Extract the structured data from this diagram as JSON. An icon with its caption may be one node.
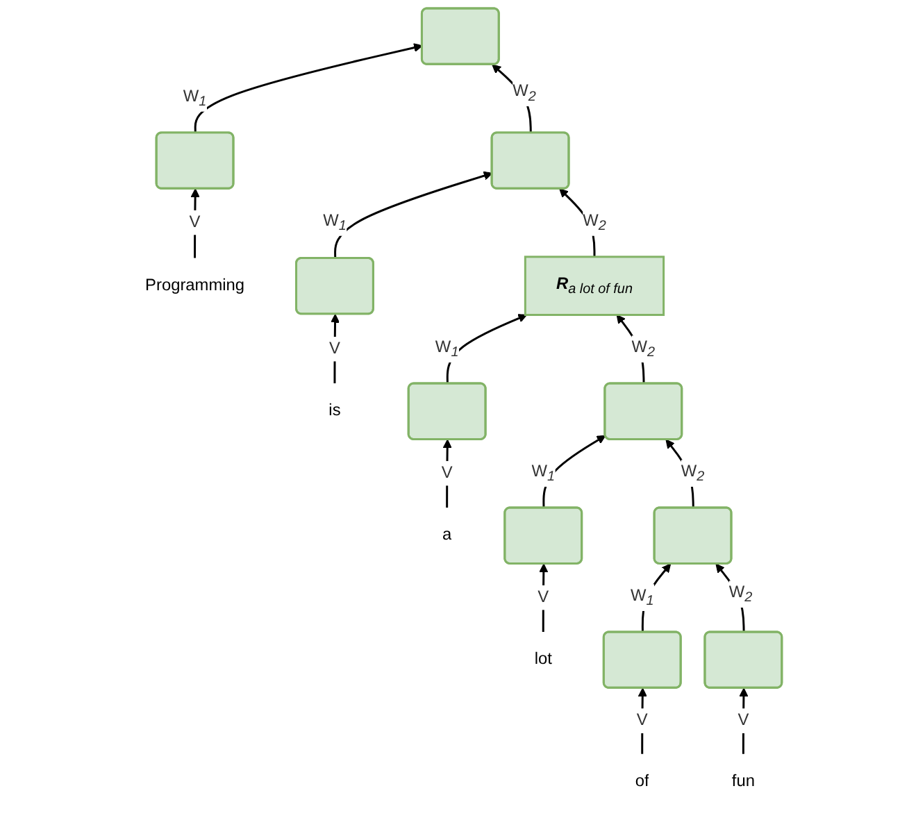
{
  "diagram": {
    "nodes": [
      {
        "text": [],
        "shape": "box"
      },
      {
        "text": [],
        "shape": "box"
      },
      {
        "text": [
          "**R**$_{a lot of fun}$"
        ]
      },
      {
        "text": [],
        "shape": "box"
      },
      {
        "text": [],
        "shape": "box"
      },
      {
        "text": [],
        "shape": "box"
      },
      {
        "text": [],
        "shape": "box"
      },
      {
        "text": [],
        "shape": "box"
      },
      {
        "text": [],
        "shape": "box"
      },
      {
        "text": [],
        "shape": "box"
      },
      {
        "text": [],
        "shape": "box"
      },
      {
        "text": [
          "Programming"
        ]
      },
      {
        "text": [
          "is"
        ]
      },
      {
        "text": [
          "a"
        ]
      },
      {
        "text": [
          "lot"
        ]
      },
      {
        "text": [
          "of"
        ]
      },
      {
        "text": [
          "fun"
        ]
      }
    ],
    "edges": [
      {
        "from": 11,
        "to": 5,
        "arrow": "to",
        "label": "V"
      },
      {
        "from": 12,
        "to": 6,
        "arrow": "to",
        "label": "V"
      },
      {
        "from": 13,
        "to": 7,
        "arrow": "to",
        "label": "V"
      },
      {
        "from": 14,
        "to": 8,
        "arrow": "to",
        "label": "V"
      },
      {
        "from": 15,
        "to": 9,
        "arrow": "to",
        "label": "V"
      },
      {
        "from": 16,
        "to": 10,
        "arrow": "to",
        "label": "V"
      },
      {
        "from": 5,
        "to": 0,
        "arrow": "to",
        "label": "W$_{1}$"
      },
      {
        "from": 6,
        "to": 1,
        "arrow": "to",
        "label": "W$_{1}$"
      },
      {
        "from": 7,
        "to": 2,
        "arrow": "to",
        "label": "W$_{1}$"
      },
      {
        "from": 8,
        "to": 3,
        "arrow": "to",
        "label": "W$_{1}$"
      },
      {
        "from": 9,
        "to": 4,
        "arrow": "to",
        "label": "W$_{1}$"
      },
      {
        "from": 10,
        "to": 4,
        "arrow": "to",
        "label": "W$_{2}$"
      },
      {
        "from": 4,
        "to": 3,
        "arrow": "to",
        "label": "W$_{2}$"
      },
      {
        "from": 3,
        "to": 2,
        "arrow": "to",
        "label": "W$_{2}$"
      },
      {
        "from": 2,
        "to": 1,
        "arrow": "to",
        "label": "W$_{2}$"
      },
      {
        "from": 1,
        "to": 0,
        "arrow": "to",
        "label": "W$_{2}$"
      }
    ]
  }
}
